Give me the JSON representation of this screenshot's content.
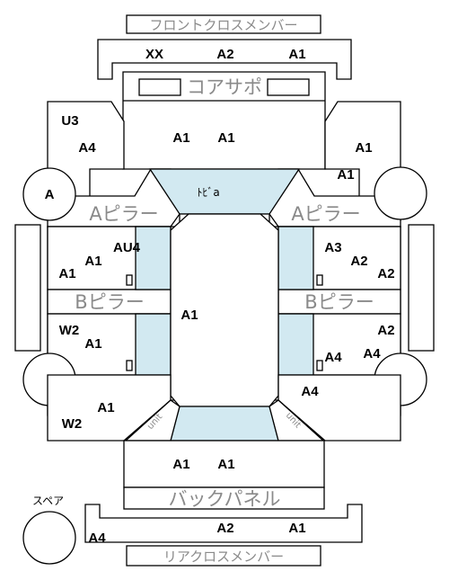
{
  "labels": {
    "front_cross_member": "フロントクロスメンバー",
    "core_support": "コアサポ",
    "door": "ﾄﾋﾞa",
    "a_pillar": "Aピラー",
    "b_pillar": "Bピラー",
    "back_panel": "バックパネル",
    "rear_cross_member": "リアクロスメンバー",
    "spare": "スペア",
    "circle_a": "A",
    "unit": "unit"
  },
  "grades": {
    "front_xx": "XX",
    "front_a2": "A2",
    "front_a1": "A1",
    "u3": "U3",
    "left_a4": "A4",
    "hood_a1_left": "A1",
    "hood_a1_right": "A1",
    "rf_a1_top": "A1",
    "rf_a1_bot": "A1",
    "au4": "AU4",
    "lf_a1_a": "A1",
    "lf_a1_b": "A1",
    "a3": "A3",
    "rf_a2_a": "A2",
    "rf_a2_b": "A2",
    "center_a1": "A1",
    "w2_mid": "W2",
    "lr_a1": "A1",
    "rr_a2": "A2",
    "rr_a4_a": "A4",
    "rr_a4_b": "A4",
    "rr_a4_c": "A4",
    "bl_a1": "A1",
    "bl_w2": "W2",
    "trunk_a1_left": "A1",
    "trunk_a1_right": "A1",
    "spare_a4": "A4",
    "rear_a2": "A2",
    "rear_a1": "A1"
  }
}
